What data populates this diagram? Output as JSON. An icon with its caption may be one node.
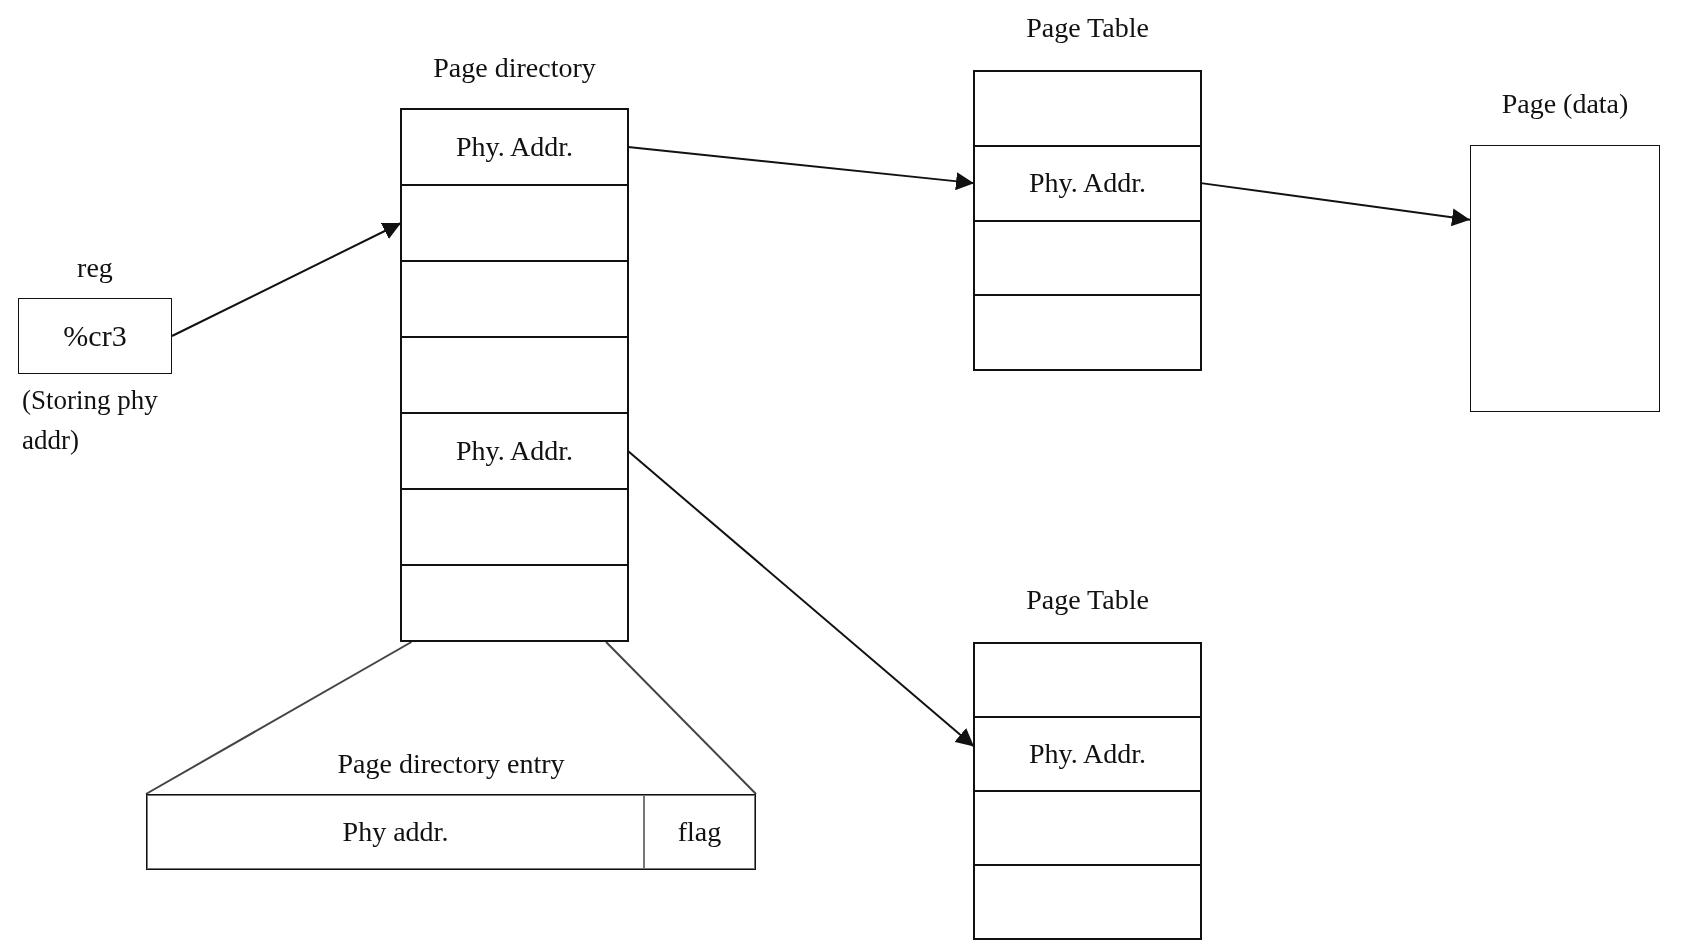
{
  "diagram": {
    "nodes": [
      {
        "text": [
          "reg",
          "%cr3"
        ],
        "beside": [
          "(Storing phy addr)"
        ]
      },
      {
        "text": [
          "Page directory"
        ]
      },
      {
        "text": [
          "Phy. Addr."
        ],
        "in": 1
      },
      {
        "text": [],
        "shape": "box",
        "in": 1
      },
      {
        "text": [],
        "shape": "box",
        "in": 1
      },
      {
        "text": [],
        "shape": "box",
        "in": 1
      },
      {
        "text": [
          "Phy. Addr."
        ],
        "in": 1
      },
      {
        "text": [],
        "shape": "box",
        "in": 1
      },
      {
        "text": [],
        "shape": "box",
        "in": 1
      },
      {
        "text": [
          "Page Table"
        ]
      },
      {
        "text": [],
        "shape": "box",
        "in": 9
      },
      {
        "text": [
          "Phy. Addr."
        ],
        "in": 9
      },
      {
        "text": [],
        "shape": "box",
        "in": 9
      },
      {
        "text": [],
        "shape": "box",
        "in": 9
      },
      {
        "text": [
          "Page (data)"
        ]
      },
      {
        "text": [
          "Page Table"
        ]
      },
      {
        "text": [],
        "shape": "box",
        "in": 15
      },
      {
        "text": [
          "Phy. Addr."
        ],
        "in": 15
      },
      {
        "text": [],
        "shape": "box",
        "in": 15
      },
      {
        "text": [],
        "shape": "box",
        "in": 15
      },
      {
        "text": [
          "Page directory entry"
        ]
      },
      {
        "text": [
          "Phy addr."
        ],
        "in": 20
      },
      {
        "text": [
          "flag"
        ],
        "in": 20
      }
    ],
    "edges": [
      {
        "from": 0,
        "to": 3,
        "arrow": "to"
      },
      {
        "from": 2,
        "to": 11,
        "arrow": "to"
      },
      {
        "from": 11,
        "to": 14,
        "arrow": "to"
      },
      {
        "from": 6,
        "to": 17,
        "arrow": "to"
      },
      {
        "from": 1,
        "to": 20,
        "arrow": "none"
      },
      {
        "from": 1,
        "to": 20,
        "arrow": "none"
      }
    ]
  }
}
